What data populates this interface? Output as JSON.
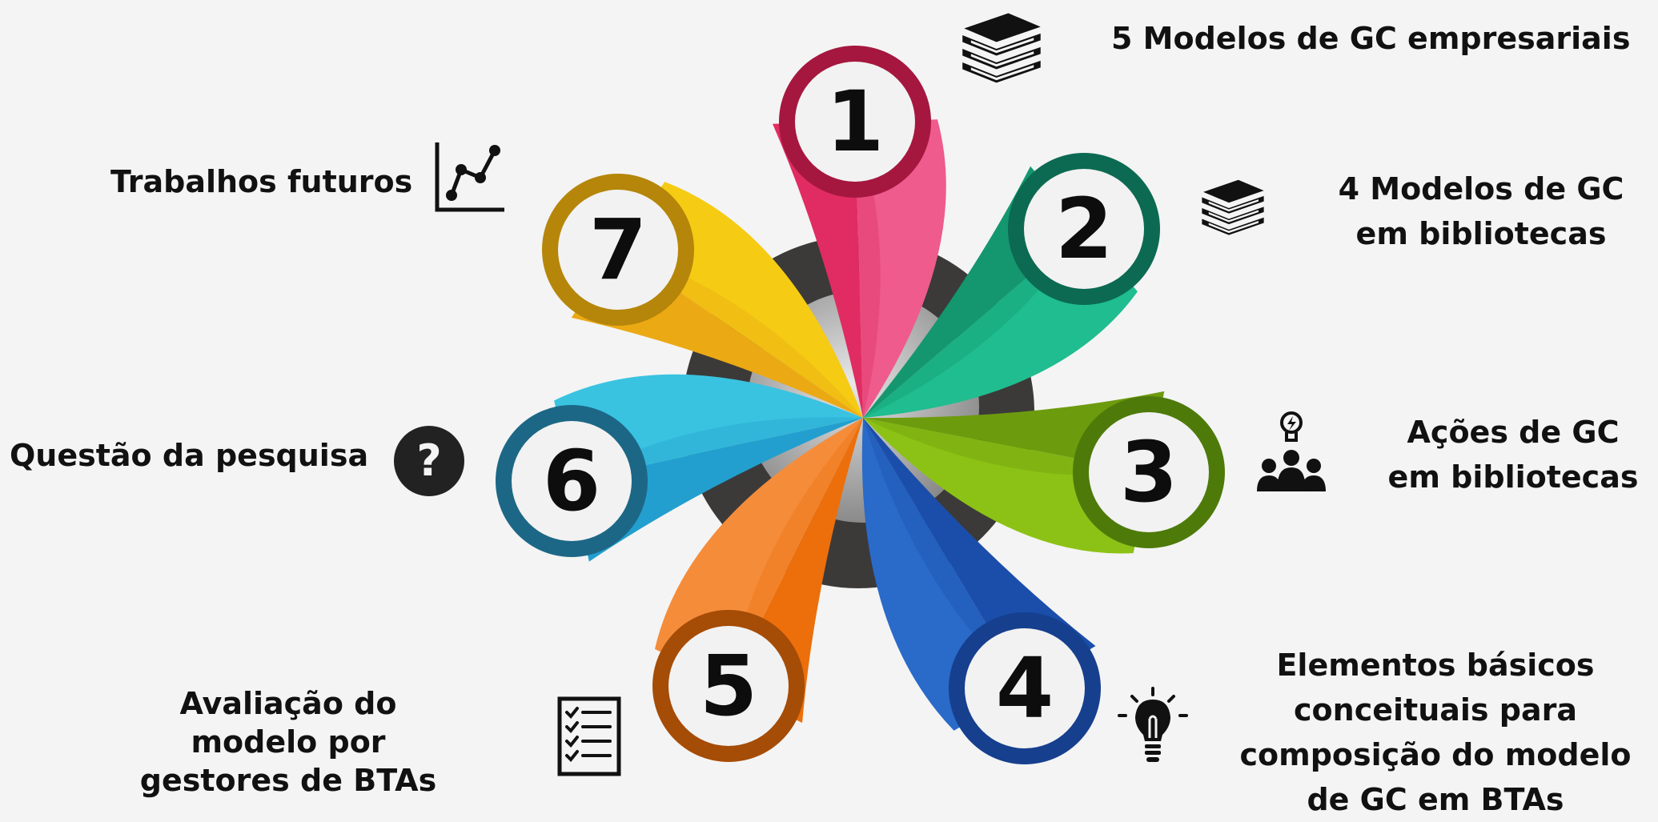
{
  "diagram": {
    "steps": [
      {
        "number": "1",
        "label": "5 Modelos de GC empresariais",
        "icon": "books-stack-icon",
        "ring_color": "#a5173f",
        "petal_colors": [
          "#ee5b8c",
          "#e02c62"
        ]
      },
      {
        "number": "2",
        "label": "4 Modelos de GC em bibliotecas",
        "icon": "books-stack-icon",
        "ring_color": "#0c6a52",
        "petal_colors": [
          "#1fbd8f",
          "#14976f"
        ]
      },
      {
        "number": "3",
        "label": "Ações de GC em bibliotecas",
        "icon": "team-idea-icon",
        "ring_color": "#4e7a0a",
        "petal_colors": [
          "#8cc215",
          "#6d9b0e"
        ]
      },
      {
        "number": "4",
        "label": "Elementos básicos conceituais para composição do modelo de GC em BTAs",
        "icon": "lightbulb-icon",
        "ring_color": "#163f8e",
        "petal_colors": [
          "#2a6ac9",
          "#1a4eaa"
        ]
      },
      {
        "number": "5",
        "label": "Avaliação do modelo por gestores de BTAs",
        "icon": "checklist-icon",
        "ring_color": "#a54c07",
        "petal_colors": [
          "#f58c3a",
          "#ec6f0b"
        ]
      },
      {
        "number": "6",
        "label": "Questão da pesquisa",
        "icon": "question-icon",
        "ring_color": "#1d6786",
        "petal_colors": [
          "#39c3e0",
          "#229fcf"
        ]
      },
      {
        "number": "7",
        "label": "Trabalhos futuros",
        "icon": "line-chart-icon",
        "ring_color": "#b5860a",
        "petal_colors": [
          "#f5cb14",
          "#eba914"
        ]
      }
    ]
  }
}
